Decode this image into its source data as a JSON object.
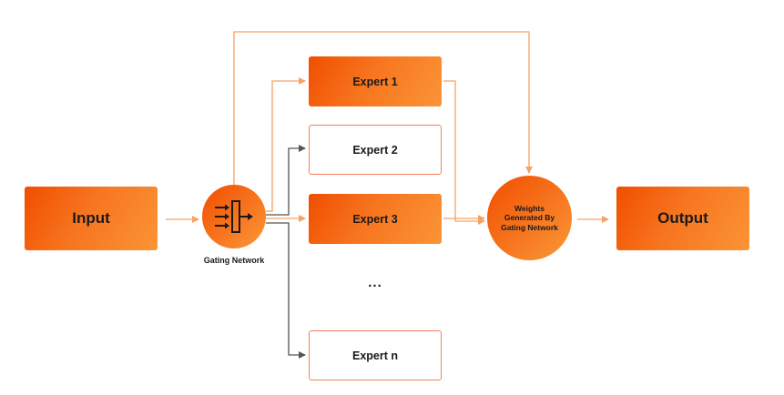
{
  "input": {
    "label": "Input"
  },
  "output": {
    "label": "Output"
  },
  "gating": {
    "label": "Gating Network"
  },
  "weights": {
    "line1": "Weights",
    "line2": "Generated By",
    "line3": "Gating Network"
  },
  "experts": [
    {
      "label": "Expert 1",
      "style": "filled"
    },
    {
      "label": "Expert 2",
      "style": "outline"
    },
    {
      "label": "Expert 3",
      "style": "filled"
    },
    {
      "label": "Expert n",
      "style": "outline"
    }
  ],
  "ellipsis": "...",
  "colors": {
    "accent": "#f47a20",
    "accent_dark": "#f04e00",
    "connector": "#f5a266",
    "connector_gray": "#555555"
  }
}
